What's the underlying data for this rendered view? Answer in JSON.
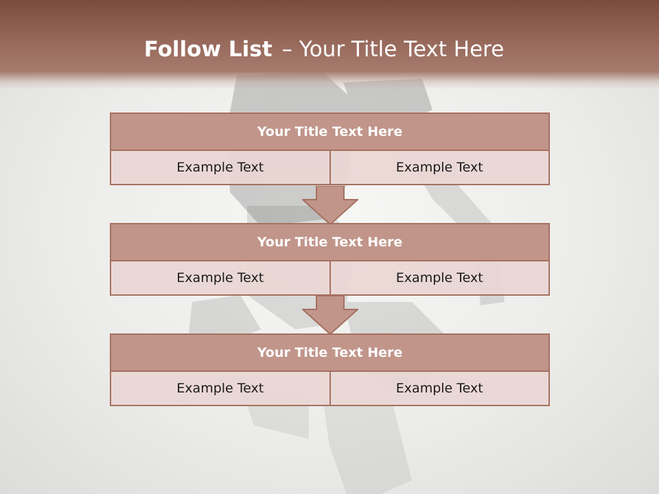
{
  "slide": {
    "title_bold": "Follow List",
    "title_rest": "– Your Title Text Here"
  },
  "blocks": [
    {
      "title": "Your Title Text Here",
      "cells": [
        "Example Text",
        "Example Text"
      ]
    },
    {
      "title": "Your Title Text Here",
      "cells": [
        "Example Text",
        "Example Text"
      ]
    },
    {
      "title": "Your Title Text Here",
      "cells": [
        "Example Text",
        "Example Text"
      ]
    }
  ],
  "colors": {
    "header": "#96685a",
    "block_title": "#c1958a",
    "block_cell": "#e9d6d4",
    "border": "#a5705f",
    "arrow": "#c1958a"
  }
}
